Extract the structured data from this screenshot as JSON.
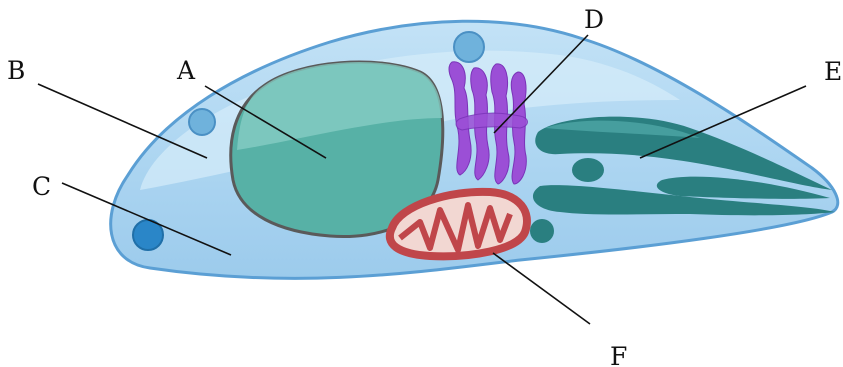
{
  "labels": {
    "A": "A",
    "B": "B",
    "C": "C",
    "D": "D",
    "E": "E",
    "F": "F"
  },
  "colors": {
    "cytoplasm": "#a9d3f0",
    "cell_outline": "#5b9fd4",
    "nucleus": "#5fb8ad",
    "nucleus_outline": "#5a5a5a",
    "golgi": "#9b4fd6",
    "mitochondrion": "#c0464a",
    "flagellar_structures": "#2a7f80",
    "small_vesicle": "#6fb2dc",
    "dark_vesicle": "#2a86c8",
    "leader_lines": "#111111"
  }
}
